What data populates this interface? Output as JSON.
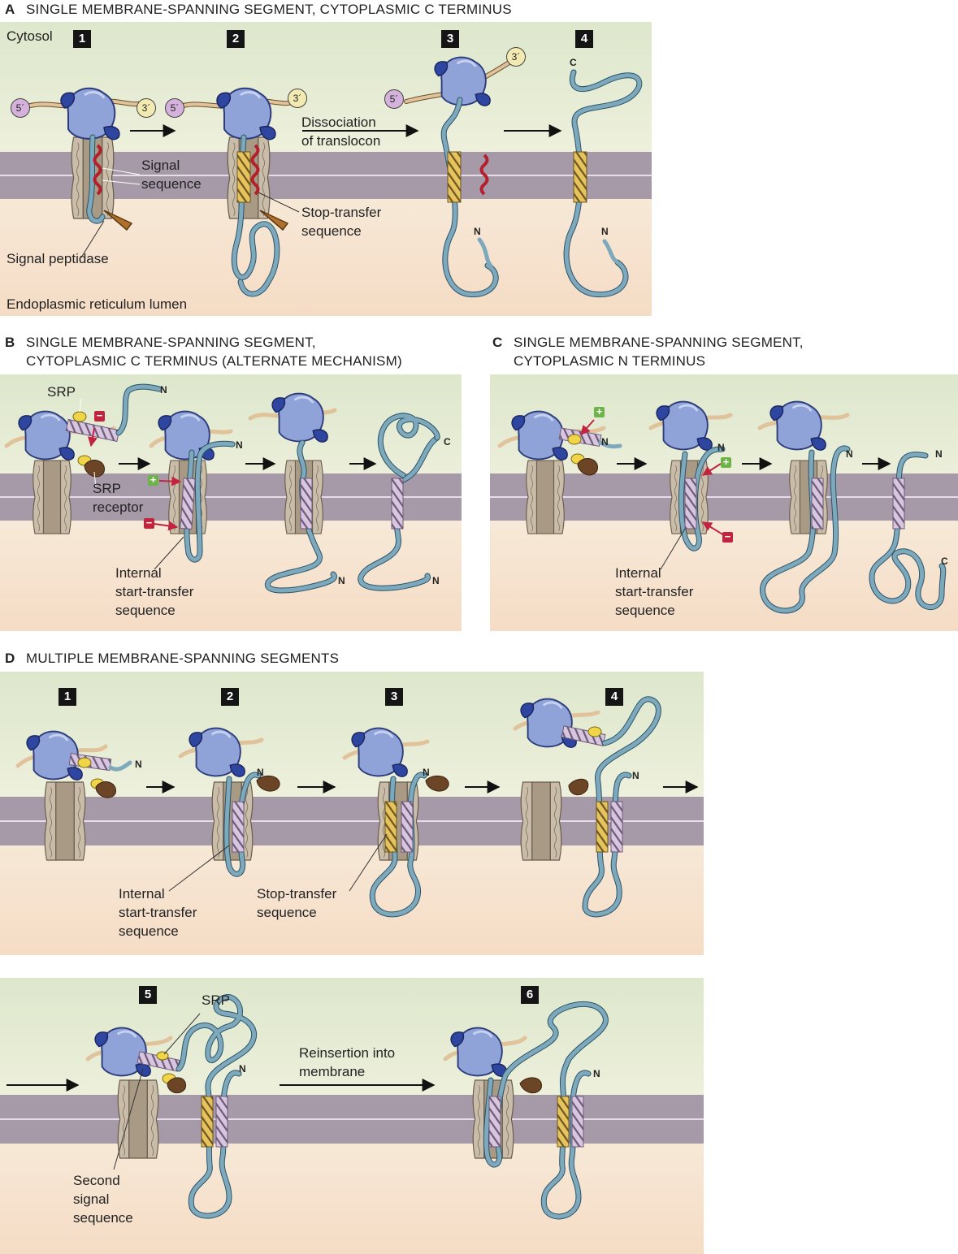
{
  "panels": {
    "A": {
      "letter": "A",
      "title": "SINGLE MEMBRANE-SPANNING SEGMENT, CYTOPLASMIC C TERMINUS",
      "steps": [
        "1",
        "2",
        "3",
        "4"
      ],
      "labels": {
        "cytosol": "Cytosol",
        "lumen": "Endoplasmic reticulum lumen",
        "signal_sequence": [
          "Signal",
          "sequence"
        ],
        "signal_peptidase": "Signal peptidase",
        "stop_transfer": [
          "Stop-transfer",
          "sequence"
        ],
        "dissociation": [
          "Dissociation",
          "of translocon"
        ]
      },
      "caps": {
        "five": "5´",
        "three": "3´"
      },
      "termini": {
        "n": "N",
        "c": "C"
      }
    },
    "B": {
      "letter": "B",
      "title_lines": [
        "SINGLE MEMBRANE-SPANNING SEGMENT,",
        "CYTOPLASMIC C TERMINUS (ALTERNATE MECHANISM)"
      ],
      "labels": {
        "srp": "SRP",
        "srp_receptor": [
          "SRP",
          "receptor"
        ],
        "internal_start": [
          "Internal",
          "start-transfer",
          "sequence"
        ]
      },
      "signs": {
        "plus": "+",
        "minus": "−"
      },
      "termini": {
        "n": "N",
        "c": "C"
      }
    },
    "C": {
      "letter": "C",
      "title_lines": [
        "SINGLE MEMBRANE-SPANNING SEGMENT,",
        "CYTOPLASMIC N TERMINUS"
      ],
      "labels": {
        "internal_start": [
          "Internal",
          "start-transfer",
          "sequence"
        ]
      },
      "signs": {
        "plus": "+",
        "minus": "−"
      },
      "termini": {
        "n": "N",
        "c": "C"
      }
    },
    "D": {
      "letter": "D",
      "title": "MULTIPLE MEMBRANE-SPANNING SEGMENTS",
      "steps": [
        "1",
        "2",
        "3",
        "4",
        "5",
        "6"
      ],
      "labels": {
        "internal_start": [
          "Internal",
          "start-transfer",
          "sequence"
        ],
        "stop_transfer": [
          "Stop-transfer",
          "sequence"
        ],
        "srp": "SRP",
        "reinsertion": [
          "Reinsertion into",
          "membrane"
        ],
        "second_signal": [
          "Second",
          "signal",
          "sequence"
        ]
      },
      "termini": {
        "n": "N"
      }
    }
  },
  "colors": {
    "cytosol_top": "#dde7cc",
    "lumen_bottom": "#f5dcc5",
    "membrane": "#a69aa9",
    "ribosome": "#8fa3d8",
    "ribosome_small": "#2f46a0",
    "peptide": "#7ea9bd",
    "mrna": "#e0c29b",
    "translocon": "#b8aa97",
    "stop_transfer_helix": "#e6c35c",
    "start_transfer_helix": "#d2bedb",
    "signal_sequence": "#b3202c",
    "srp": "#f0d548",
    "srp_receptor": "#6b4525"
  }
}
